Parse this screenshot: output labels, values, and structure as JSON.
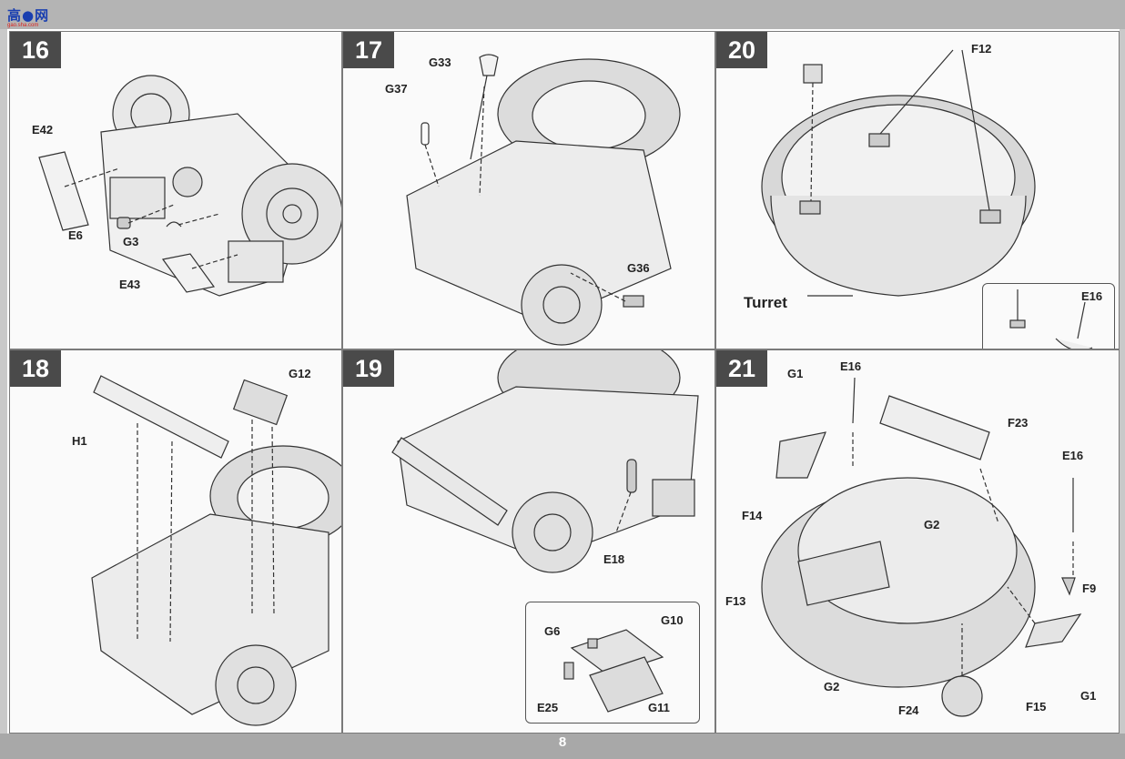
{
  "header": {
    "logo_text": "高●网",
    "logo_url": "gao.sha.com"
  },
  "page_number": "8",
  "steps": {
    "s16": {
      "number": "16",
      "parts": {
        "e42": "E42",
        "e6": "E6",
        "g3": "G3",
        "e43": "E43"
      }
    },
    "s17": {
      "number": "17",
      "parts": {
        "g33": "G33",
        "g37": "G37",
        "g36": "G36"
      }
    },
    "s20": {
      "number": "20",
      "parts": {
        "f12": "F12",
        "turret": "Turret",
        "e16": "E16"
      }
    },
    "s18": {
      "number": "18",
      "parts": {
        "h1": "H1",
        "g12": "G12"
      }
    },
    "s19": {
      "number": "19",
      "parts": {
        "e18": "E18",
        "g6": "G6",
        "g10": "G10",
        "e25": "E25",
        "g11": "G11"
      }
    },
    "s21": {
      "number": "21",
      "parts": {
        "g1a": "G1",
        "e16a": "E16",
        "f23": "F23",
        "e16b": "E16",
        "f14": "F14",
        "g2a": "G2",
        "f13": "F13",
        "f9": "F9",
        "g2b": "G2",
        "f24": "F24",
        "f15": "F15",
        "g1b": "G1"
      }
    }
  }
}
